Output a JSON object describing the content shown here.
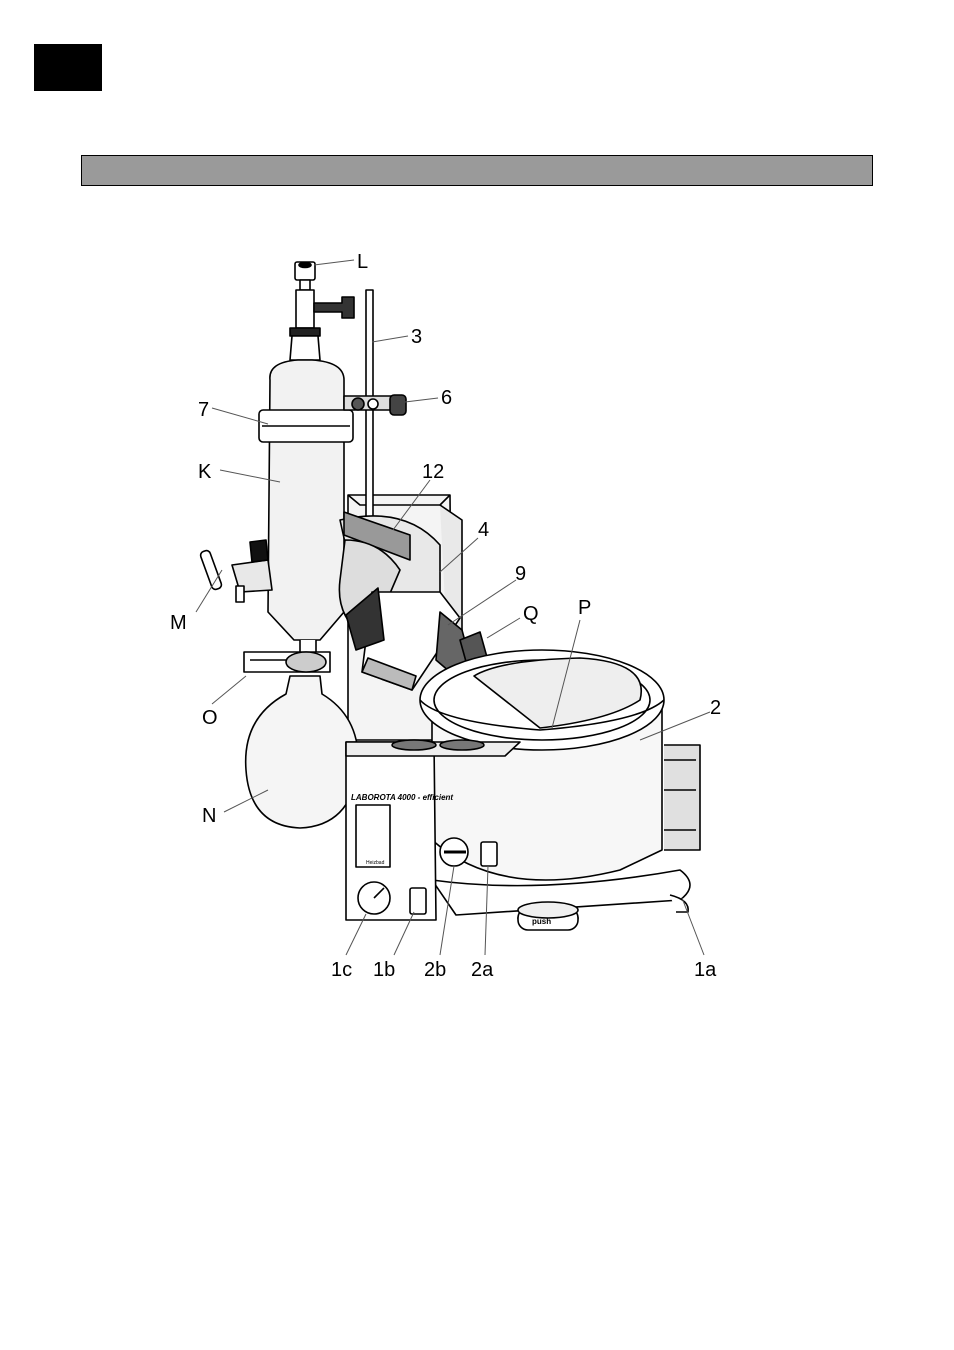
{
  "header": {
    "tab_color": "#000000",
    "bar_color": "#9a9a9a"
  },
  "figure": {
    "labels": {
      "L": "L",
      "three": "3",
      "six": "6",
      "seven": "7",
      "K": "K",
      "twelve": "12",
      "four": "4",
      "nine": "9",
      "Q": "Q",
      "P": "P",
      "M": "M",
      "O": "O",
      "two": "2",
      "N": "N",
      "one_c": "1c",
      "one_b": "1b",
      "two_b": "2b",
      "two_a": "2a",
      "one_a": "1a"
    },
    "panel_brand": "LABOROTA 4000 - efficient",
    "panel_small": "Heizbad",
    "button_text": "push"
  }
}
